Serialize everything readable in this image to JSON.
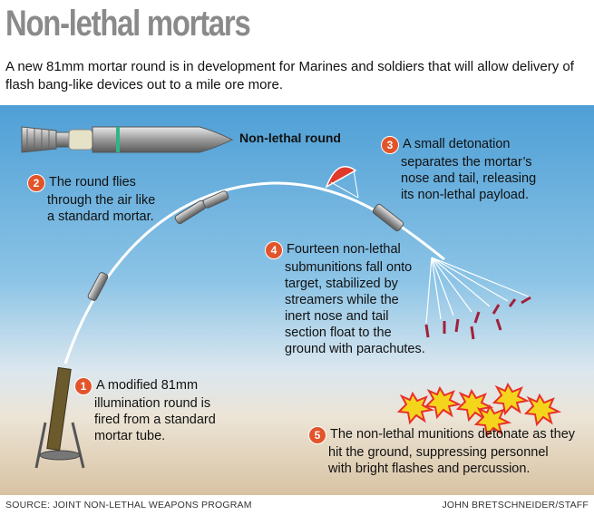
{
  "title": "Non-lethal mortars",
  "subtitle": "A new 81mm mortar round is in development for Marines and soldiers that will allow delivery of flash bang-like devices out to a mile ore more.",
  "round_label": "Non-lethal round",
  "steps": [
    {
      "num": "1",
      "lines": [
        "A modified 81mm",
        "illumination round is",
        "fired from a standard",
        "mortar tube."
      ]
    },
    {
      "num": "2",
      "lines": [
        "The round flies",
        "through the air like",
        "a standard mortar."
      ]
    },
    {
      "num": "3",
      "lines": [
        "A small detonation",
        "separates the mortar’s",
        "nose and tail, releasing",
        "its non-lethal payload."
      ]
    },
    {
      "num": "4",
      "lines": [
        "Fourteen non-lethal",
        "submunitions fall onto",
        "target, stabilized by",
        "streamers while the",
        "inert nose and tail",
        "section float to the",
        "ground with parachutes."
      ]
    },
    {
      "num": "5",
      "lines": [
        "The non-lethal munitions detonate as they",
        "hit the ground, suppressing personnel",
        "with bright flashes and percussion."
      ]
    }
  ],
  "source": "SOURCE: JOINT NON-LETHAL WEAPONS PROGRAM",
  "credit": "JOHN BRETSCHNEIDER/STAFF",
  "colors": {
    "accent": "#e2542a",
    "sky": "#4e9fd6",
    "ground": "#d8c3a2",
    "trajectory": "#ffffff"
  }
}
